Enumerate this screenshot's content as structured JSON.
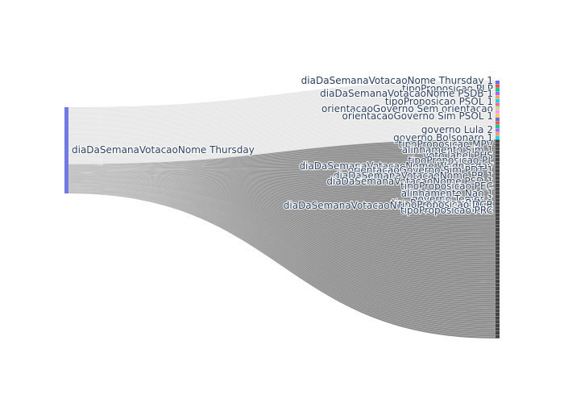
{
  "chart_data": {
    "type": "sankey",
    "title": "",
    "source_node": {
      "label": "diaDaSemanaVotacaoNome Thursday",
      "color": "#6f7ae2"
    },
    "link_colors": {
      "upper_group": "#cfcfcf",
      "lower_group": "#1a1a1a"
    },
    "target_nodes": [
      {
        "label": "diaDaSemanaVotacaoNome Thursday 1",
        "value": 0.4
      },
      {
        "label": "tipoProposicao PLP",
        "value": 0.4
      },
      {
        "label": "diaDaSemanaVotacaoNome PSDB 1",
        "value": 0.4
      },
      {
        "label": "tipoProposicao PSOL 1",
        "value": 0.4
      },
      {
        "label": "orientacaoGoverno Sem orientacao",
        "value": 0.4
      },
      {
        "label": "orientacaoGoverno Sim PSOL 1",
        "value": 0.4
      },
      {
        "label": "governo Lula 2",
        "value": 0.4
      },
      {
        "label": "governo Bolsonaro 1",
        "value": 0.4
      },
      {
        "label": "tipoProposicao MPV",
        "value": 0.4
      },
      {
        "label": "alinhamento Sim 1",
        "value": 0.4
      },
      {
        "label": "voto label PHS",
        "value": 0.4
      },
      {
        "label": "tipoProposicao PL",
        "value": 0.4
      },
      {
        "label": "diaDaSemanaVotacaoNome Wednesday",
        "value": 0.4
      },
      {
        "label": "orientacaoGoverno Sim PDT 1",
        "value": 0.4
      },
      {
        "label": "diaDaSemanaVotacaoNome PR 1",
        "value": 0.4
      },
      {
        "label": "diaDaSemanaVotacaoNome PSD 1",
        "value": 0.4
      },
      {
        "label": "tipoProposicao PEC",
        "value": 0.4
      },
      {
        "label": "alinhamento Nao 1",
        "value": 0.4
      },
      {
        "label": "governo Temer 1",
        "value": 0.4
      },
      {
        "label": "tipoProposicao PLN 1",
        "value": 0.4
      },
      {
        "label": "diaDaSemanaVotacaoNome governo Lula 1",
        "value": 0.4
      },
      {
        "label": "alinhamento Sim 2",
        "value": 0.4
      },
      {
        "label": "tipoProposicao DCR",
        "value": 0.4
      },
      {
        "label": "tipoProposicao PRC",
        "value": 0.4
      }
    ]
  }
}
